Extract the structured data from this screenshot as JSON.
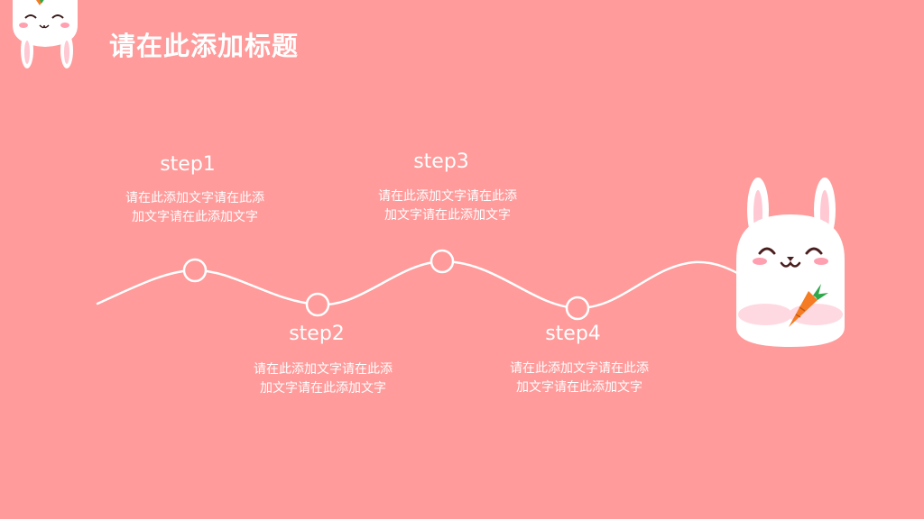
{
  "title": "请在此添加标题",
  "steps": [
    {
      "label": "step1",
      "text": "请在此添加文字请在此添加文字请在此添加文字"
    },
    {
      "label": "step2",
      "text": "请在此添加文字请在此添加文字请在此添加文字"
    },
    {
      "label": "step3",
      "text": "请在此添加文字请在此添加文字请在此添加文字"
    },
    {
      "label": "step4",
      "text": "请在此添加文字请在此添加文字请在此添加文字"
    }
  ],
  "colors": {
    "background": "#ff9b9b",
    "line": "#ffffff",
    "carrot": "#f57c22",
    "leaf": "#2ea84a",
    "cheek": "#ff9fb0",
    "mouth": "#b3293a"
  },
  "icons": [
    "bunny-top-left-icon",
    "bunny-with-carrot-icon"
  ]
}
